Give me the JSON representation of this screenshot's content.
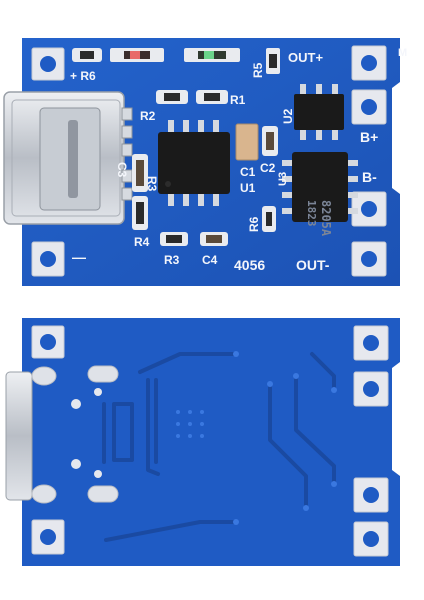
{
  "image": {
    "description_label": "TP4056 Type-C lithium battery charger module, top and bottom views",
    "colors": {
      "pcb": "#1f5bc4",
      "pcb_dark": "#17479c",
      "silkscreen": "#f4f6fb",
      "pad": "#e7e9ee",
      "chip": "#1a1a1a",
      "connector": "#c9ced6",
      "background": "#ffffff"
    }
  },
  "top_board": {
    "labels": {
      "plus_r6": "+ R6",
      "r5": "R5",
      "out_plus": "OUT+",
      "m": "M",
      "r2": "R2",
      "r1": "R1",
      "u2": "U2",
      "b_plus": "B+",
      "r3_left": "R3",
      "c3": "C3",
      "c1": "C1",
      "c2": "C2",
      "u1": "U1",
      "b_minus": "B-",
      "u3": "U3",
      "r4": "R4",
      "r6": "R6",
      "r3": "R3",
      "c4": "C4",
      "model": "4056",
      "out_minus": "OUT-",
      "minus": "—"
    },
    "chip_markings": {
      "line1": "8205A",
      "line2": "1823"
    }
  },
  "bottom_board": {}
}
